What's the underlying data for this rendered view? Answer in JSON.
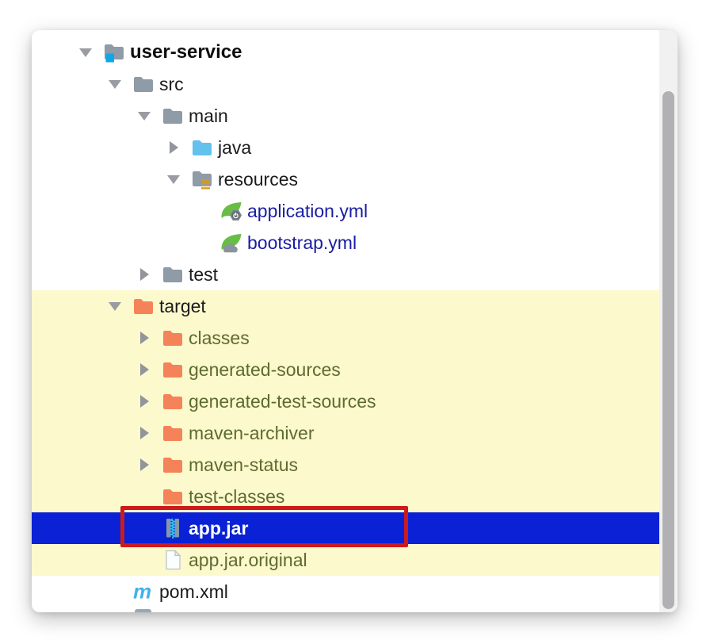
{
  "tree": {
    "items": [
      {
        "id": "user-service",
        "label": "user-service",
        "level": 0,
        "arrow": "expanded",
        "icon": "project-folder-icon",
        "style": "root",
        "background": "none"
      },
      {
        "id": "src",
        "label": "src",
        "level": 1,
        "arrow": "expanded",
        "icon": "folder-icon",
        "style": "default",
        "background": "none"
      },
      {
        "id": "main",
        "label": "main",
        "level": 2,
        "arrow": "expanded",
        "icon": "folder-icon",
        "style": "default",
        "background": "none"
      },
      {
        "id": "java",
        "label": "java",
        "level": 3,
        "arrow": "collapsed",
        "icon": "sources-folder-icon",
        "style": "default",
        "background": "none"
      },
      {
        "id": "resources",
        "label": "resources",
        "level": 3,
        "arrow": "expanded",
        "icon": "resources-folder-icon",
        "style": "default",
        "background": "none"
      },
      {
        "id": "application-yml",
        "label": "application.yml",
        "level": 4,
        "arrow": "none",
        "icon": "spring-boot-config-icon",
        "style": "yml",
        "background": "none"
      },
      {
        "id": "bootstrap-yml",
        "label": "bootstrap.yml",
        "level": 4,
        "arrow": "none",
        "icon": "spring-config-icon",
        "style": "yml",
        "background": "none"
      },
      {
        "id": "test",
        "label": "test",
        "level": 2,
        "arrow": "collapsed",
        "icon": "folder-icon",
        "style": "default",
        "background": "none"
      },
      {
        "id": "target",
        "label": "target",
        "level": 1,
        "arrow": "expanded",
        "icon": "excluded-folder-icon",
        "style": "default",
        "background": "excluded"
      },
      {
        "id": "classes",
        "label": "classes",
        "level": 2,
        "arrow": "collapsed",
        "icon": "excluded-folder-icon",
        "style": "excluded",
        "background": "excluded"
      },
      {
        "id": "generated-sources",
        "label": "generated-sources",
        "level": 2,
        "arrow": "collapsed",
        "icon": "excluded-folder-icon",
        "style": "excluded",
        "background": "excluded"
      },
      {
        "id": "generated-test-sources",
        "label": "generated-test-sources",
        "level": 2,
        "arrow": "collapsed",
        "icon": "excluded-folder-icon",
        "style": "excluded",
        "background": "excluded"
      },
      {
        "id": "maven-archiver",
        "label": "maven-archiver",
        "level": 2,
        "arrow": "collapsed",
        "icon": "excluded-folder-icon",
        "style": "excluded",
        "background": "excluded"
      },
      {
        "id": "maven-status",
        "label": "maven-status",
        "level": 2,
        "arrow": "collapsed",
        "icon": "excluded-folder-icon",
        "style": "excluded",
        "background": "excluded"
      },
      {
        "id": "test-classes",
        "label": "test-classes",
        "level": 2,
        "arrow": "none",
        "icon": "excluded-folder-icon",
        "style": "excluded",
        "background": "excluded"
      },
      {
        "id": "app-jar",
        "label": "app.jar",
        "level": 2,
        "arrow": "none",
        "icon": "archive-icon",
        "style": "selected",
        "background": "selected",
        "selected": true,
        "annotated": true
      },
      {
        "id": "app-jar-original",
        "label": "app.jar.original",
        "level": 2,
        "arrow": "none",
        "icon": "file-icon",
        "style": "excluded",
        "background": "excluded"
      },
      {
        "id": "pom-xml",
        "label": "pom.xml",
        "level": 1,
        "arrow": "none",
        "icon": "maven-icon",
        "style": "default",
        "background": "none"
      }
    ]
  },
  "annotation": {
    "shape": "rectangle",
    "color": "#CD1A1A",
    "highlights": "app.jar"
  },
  "scrollbar": {
    "orientation": "vertical",
    "thumb_visible": true
  },
  "colors": {
    "selection_blue": "#0A21D5",
    "excluded_background": "#FCF9CD",
    "annotation_red": "#CD1A1A",
    "default_text": "#1B1B1D",
    "excluded_text": "#5E6B2F",
    "yaml_text": "#191DA3",
    "selected_text": "#FFFFFF",
    "folder_gray": "#8F9BA6",
    "folder_orange": "#F5835A",
    "folder_blue": "#63C1EE",
    "project_badge_cyan": "#0FA8E6",
    "resources_bars_orange": "#D79A24",
    "spring_green": "#68BD45",
    "badge_gray": "#78828B",
    "maven_blue": "#3FB2EE",
    "archive_bar_gray": "#8399AB",
    "zipper_cyan": "#2FC0EE",
    "scrollbar_thumb": "#B1B1B3",
    "scrollbar_track": "#F1F1F2"
  }
}
